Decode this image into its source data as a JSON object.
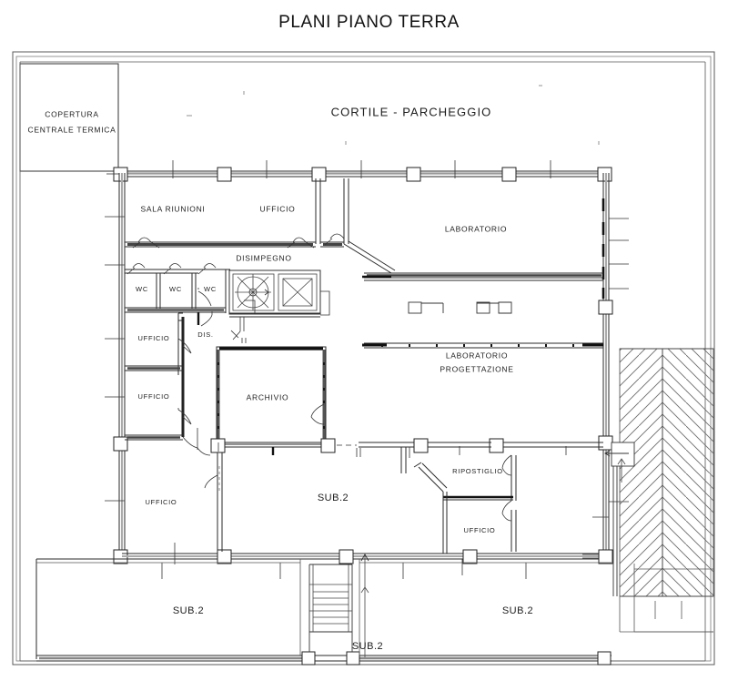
{
  "document": {
    "title": "PLANI PIANO TERRA",
    "type": "architectural-floor-plan",
    "language": "it"
  },
  "colors": {
    "ink": "#1a1a1a",
    "wall": "#111111",
    "thin_line": "#555555",
    "hatch": "#666666",
    "background": "#ffffff"
  },
  "labels": {
    "copertura_line1": "COPERTURA",
    "copertura_line2": "CENTRALE TERMICA",
    "cortile": "CORTILE - PARCHEGGIO",
    "sala_riunioni": "SALA RIUNIONI",
    "ufficio_top": "UFFICIO",
    "disimpegno": "DISIMPEGNO",
    "wc_1": "WC",
    "wc_2": "WC",
    "wc_3": "WC",
    "ufficio_left_1": "UFFICIO",
    "ufficio_left_2": "UFFICIO",
    "ufficio_left_3": "UFFICIO",
    "dis": "DIS.",
    "archivio": "ARCHIVIO",
    "laboratorio": "LABORATORIO",
    "laboratorio_prog_line1": "LABORATORIO",
    "laboratorio_prog_line2": "PROGETTAZIONE",
    "ripostiglio": "RIPOSTIGLIO",
    "ufficio_right": "UFFICIO",
    "sub2_center": "SUB.2",
    "sub2_bottom_left": "SUB.2",
    "sub2_bottom_right": "SUB.2",
    "sub2_stair": "SUB.2"
  },
  "rooms": [
    {
      "name": "COPERTURA CENTRALE TERMICA",
      "id": "copertura-centrale-termica"
    },
    {
      "name": "CORTILE - PARCHEGGIO",
      "id": "cortile-parcheggio"
    },
    {
      "name": "SALA RIUNIONI",
      "id": "sala-riunioni"
    },
    {
      "name": "UFFICIO",
      "id": "ufficio-top"
    },
    {
      "name": "DISIMPEGNO",
      "id": "disimpegno"
    },
    {
      "name": "WC",
      "id": "wc-1"
    },
    {
      "name": "WC",
      "id": "wc-2"
    },
    {
      "name": "WC",
      "id": "wc-3"
    },
    {
      "name": "UFFICIO",
      "id": "ufficio-left-1"
    },
    {
      "name": "UFFICIO",
      "id": "ufficio-left-2"
    },
    {
      "name": "UFFICIO",
      "id": "ufficio-left-3"
    },
    {
      "name": "DIS.",
      "id": "dis"
    },
    {
      "name": "ARCHIVIO",
      "id": "archivio"
    },
    {
      "name": "LABORATORIO",
      "id": "laboratorio"
    },
    {
      "name": "LABORATORIO PROGETTAZIONE",
      "id": "laboratorio-progettazione"
    },
    {
      "name": "RIPOSTIGLIO",
      "id": "ripostiglio"
    },
    {
      "name": "UFFICIO",
      "id": "ufficio-right"
    },
    {
      "name": "SUB.2",
      "id": "sub2-center"
    },
    {
      "name": "SUB.2",
      "id": "sub2-bottom-left"
    },
    {
      "name": "SUB.2",
      "id": "sub2-bottom-right"
    },
    {
      "name": "SUB.2",
      "id": "sub2-stair"
    }
  ],
  "features": {
    "spiral_staircase": "spiral-stair-symbol",
    "elevator_shaft": "elevator-shaft-symbol",
    "main_staircase": "stair-run-symbol",
    "paved_ramp": "herringbone-hatch-area",
    "columns": "square-column-symbol",
    "doors": "door-swing-arc",
    "windows": "window-opening-tick"
  }
}
